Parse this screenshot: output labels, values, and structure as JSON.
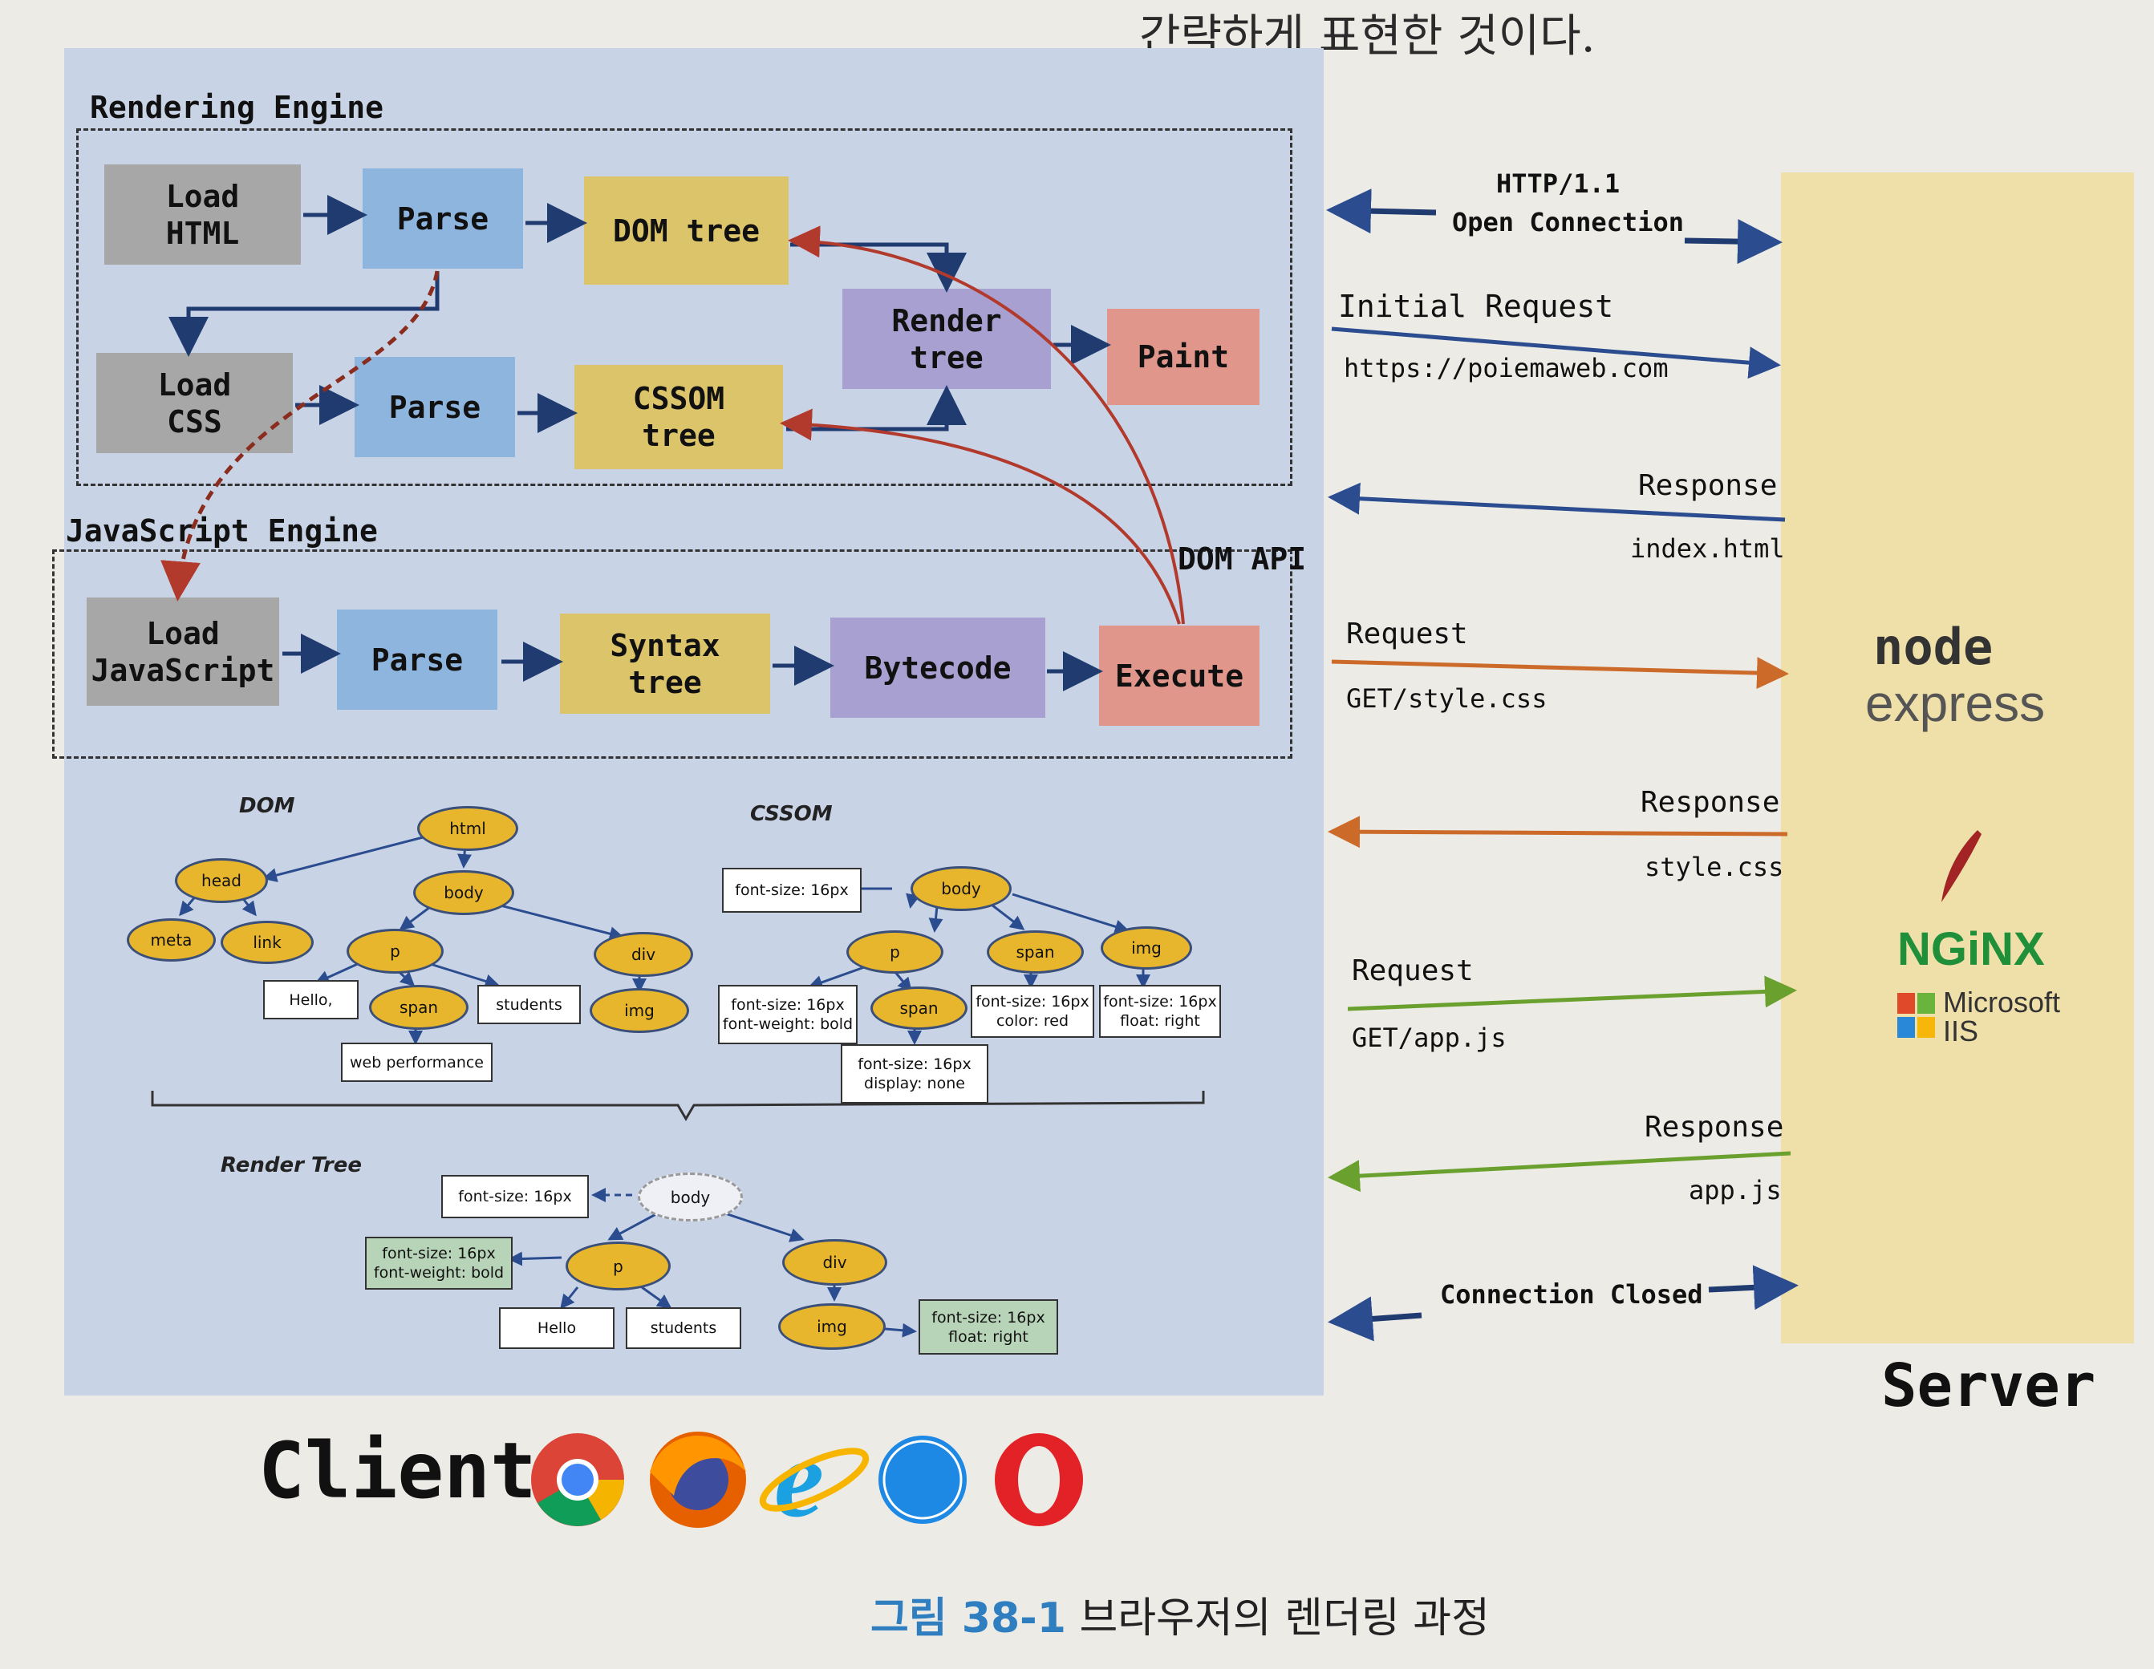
{
  "top_text": "간략하게 표현한 것이다.",
  "rendering_engine": {
    "label": "Rendering Engine",
    "load_html": "Load\nHTML",
    "parse_html": "Parse",
    "dom_tree": "DOM tree",
    "load_css": "Load\nCSS",
    "parse_css": "Parse",
    "cssom_tree": "CSSOM\ntree",
    "render_tree": "Render\ntree",
    "paint": "Paint"
  },
  "javascript_engine": {
    "label": "JavaScript Engine",
    "dom_api": "DOM API",
    "load_js": "Load\nJavaScript",
    "parse": "Parse",
    "syntax_tree": "Syntax\ntree",
    "bytecode": "Bytecode",
    "execute": "Execute"
  },
  "dom_tree": {
    "title": "DOM",
    "html": "html",
    "head": "head",
    "body": "body",
    "meta": "meta",
    "link": "link",
    "p": "p",
    "div": "div",
    "hello": "Hello,",
    "span": "span",
    "students": "students",
    "img": "img",
    "web_performance": "web performance"
  },
  "cssom_tree": {
    "title": "CSSOM",
    "body_style": "font-size: 16px",
    "body": "body",
    "p": "p",
    "span_top": "span",
    "img": "img",
    "p_style": "font-size: 16px\nfont-weight: bold",
    "span": "span",
    "span_style": "font-size: 16px\ncolor: red",
    "img_style": "font-size: 16px\nfloat: right",
    "span_child_style": "font-size: 16px\ndisplay: none"
  },
  "render_tree_diagram": {
    "title": "Render Tree",
    "body_style": "font-size: 16px",
    "body": "body",
    "p_style": "font-size: 16px\nfont-weight: bold",
    "p": "p",
    "div": "div",
    "hello": "Hello",
    "students": "students",
    "img": "img",
    "img_style": "font-size: 16px\nfloat: right"
  },
  "protocol": {
    "http": "HTTP/1.1",
    "open": "Open Connection",
    "initial_request": "Initial Request",
    "url": "https://poiemaweb.com",
    "response1": "Response",
    "index": "index.html",
    "request2": "Request",
    "get_css": "GET/style.css",
    "response2": "Response",
    "style": "style.css",
    "request3": "Request",
    "get_js": "GET/app.js",
    "response3": "Response",
    "app": "app.js",
    "closed": "Connection Closed"
  },
  "server": {
    "title": "Server",
    "logos": [
      "node",
      "express",
      "NGiNX",
      "Microsoft",
      "IIS"
    ]
  },
  "client": {
    "title": "Client"
  },
  "caption": {
    "fig": "그림 38-1",
    "text": "브라우저의 렌더링 과정"
  },
  "colors": {
    "blue_arrow": "#2b4d8f",
    "orange_arrow": "#cc6a2a",
    "green_arrow": "#6aa02e",
    "red_curve": "#c0392b"
  }
}
